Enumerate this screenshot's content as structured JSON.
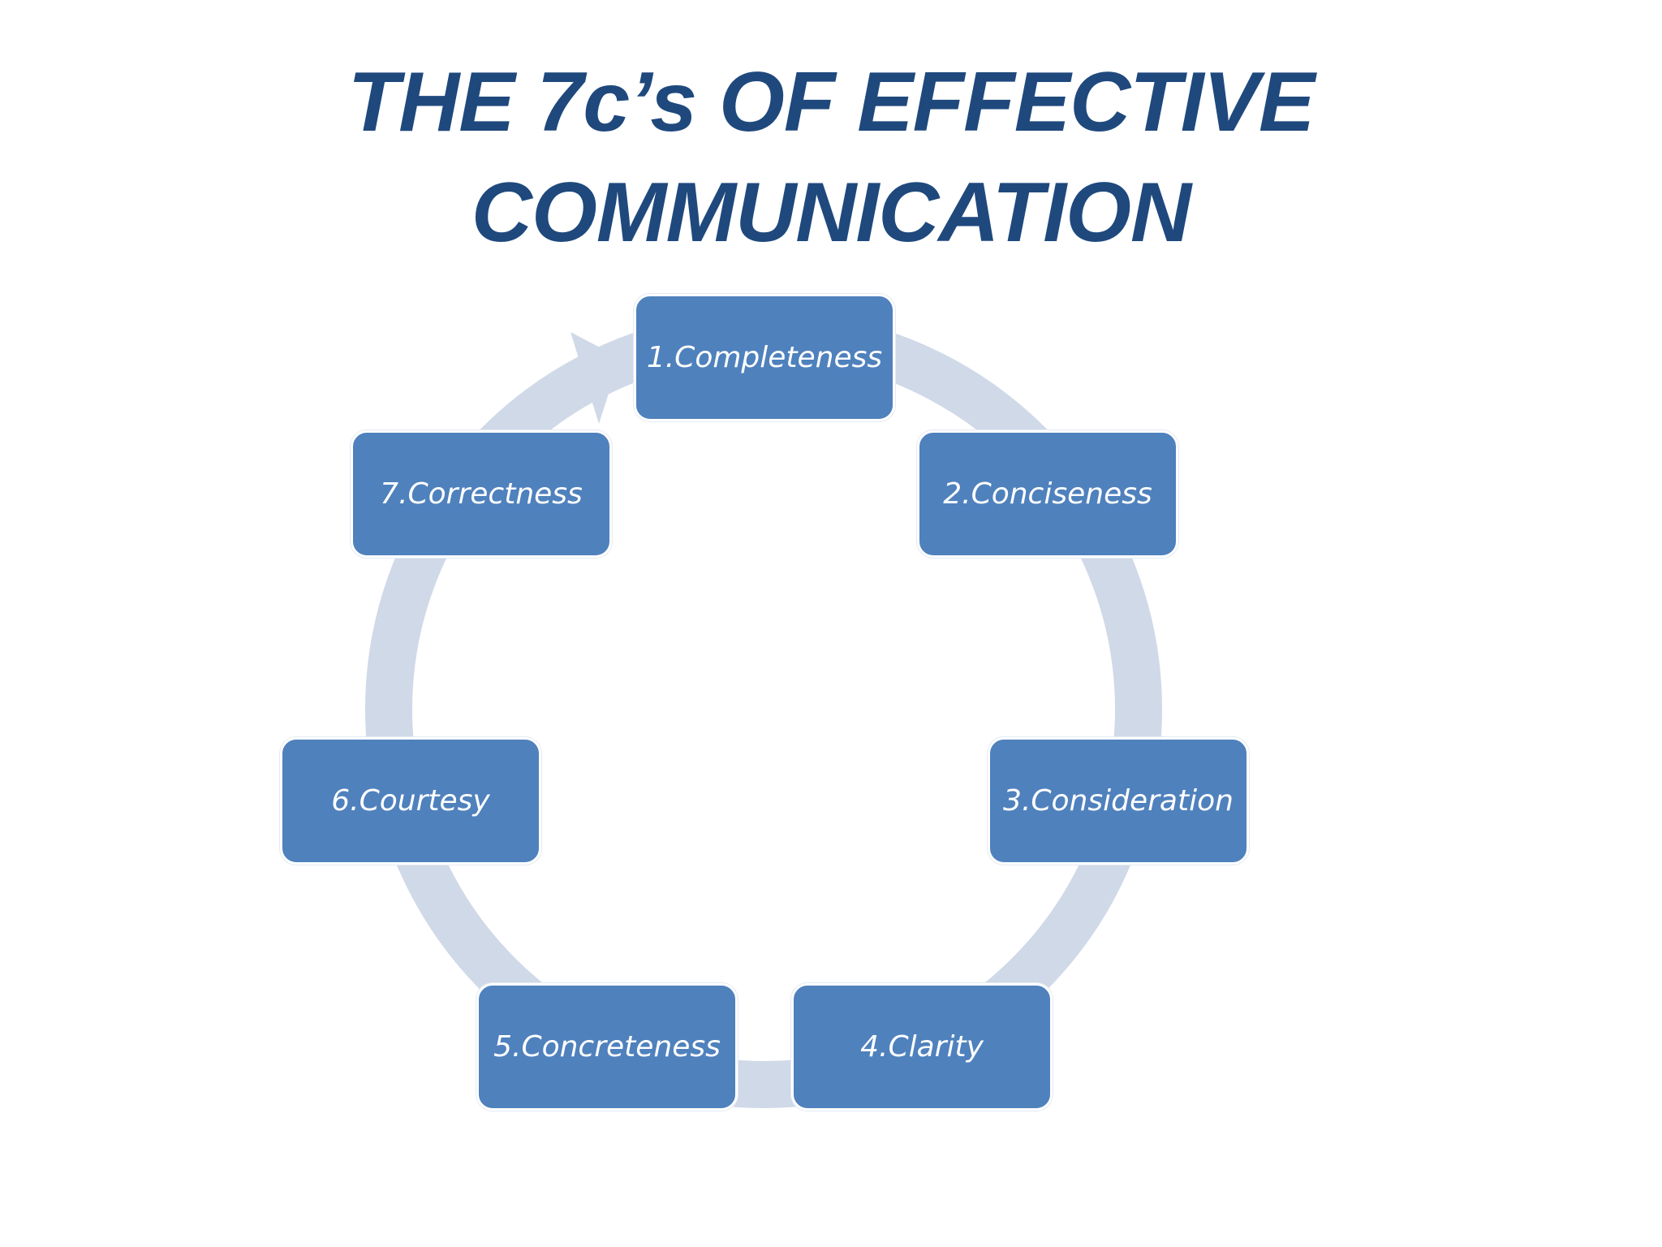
{
  "title": {
    "line1": "THE 7c’s OF EFFECTIVE",
    "line2": "COMMUNICATION"
  },
  "cycle": {
    "ring_color": "#d0d9e8",
    "node_color": "#4f81bd",
    "nodes": [
      {
        "label": "1.Completeness"
      },
      {
        "label": "2.Conciseness"
      },
      {
        "label": "3.Consideration"
      },
      {
        "label": "4.Clarity"
      },
      {
        "label": "5.Concreteness"
      },
      {
        "label": "6.Courtesy"
      },
      {
        "label": "7.Correctness"
      }
    ]
  }
}
